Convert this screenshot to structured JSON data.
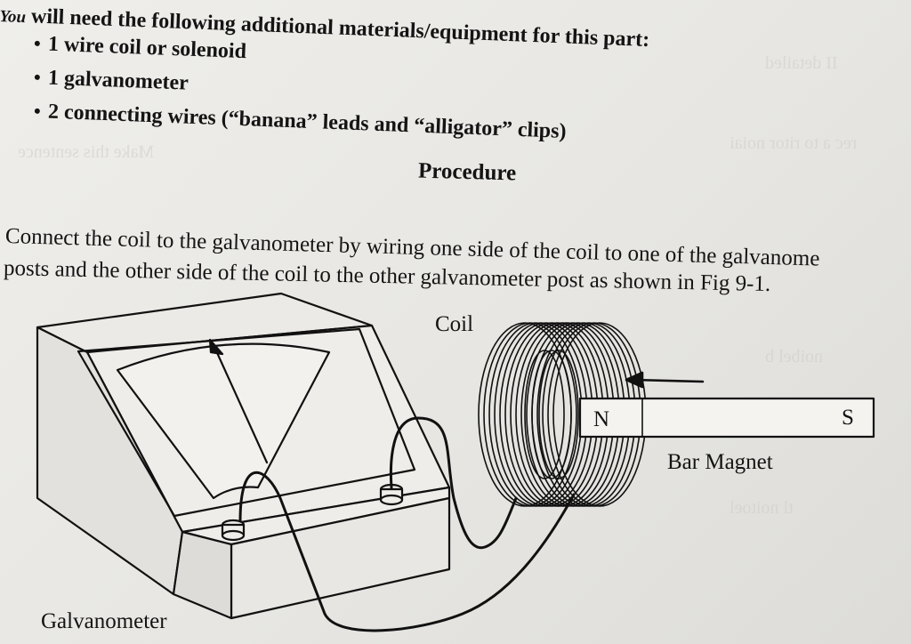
{
  "intro": {
    "lead": "You",
    "text": " will need the following additional materials/equipment for this part:"
  },
  "materials": [
    "1 wire coil or solenoid",
    "1 galvanometer",
    "2 connecting wires (“banana” leads and “alligator” clips)"
  ],
  "procedure_heading": "Procedure",
  "paragraph": {
    "line1": "Connect the coil to the galvanometer by wiring one side of the coil to one of the galvanome",
    "line2": "posts and the other side of the coil to the other galvanometer post as shown in Fig 9-1."
  },
  "figure": {
    "coil_label": "Coil",
    "magnet_label": "Bar Magnet",
    "galvanometer_label": "Galvanometer",
    "pole_north": "N",
    "pole_south": "S"
  }
}
